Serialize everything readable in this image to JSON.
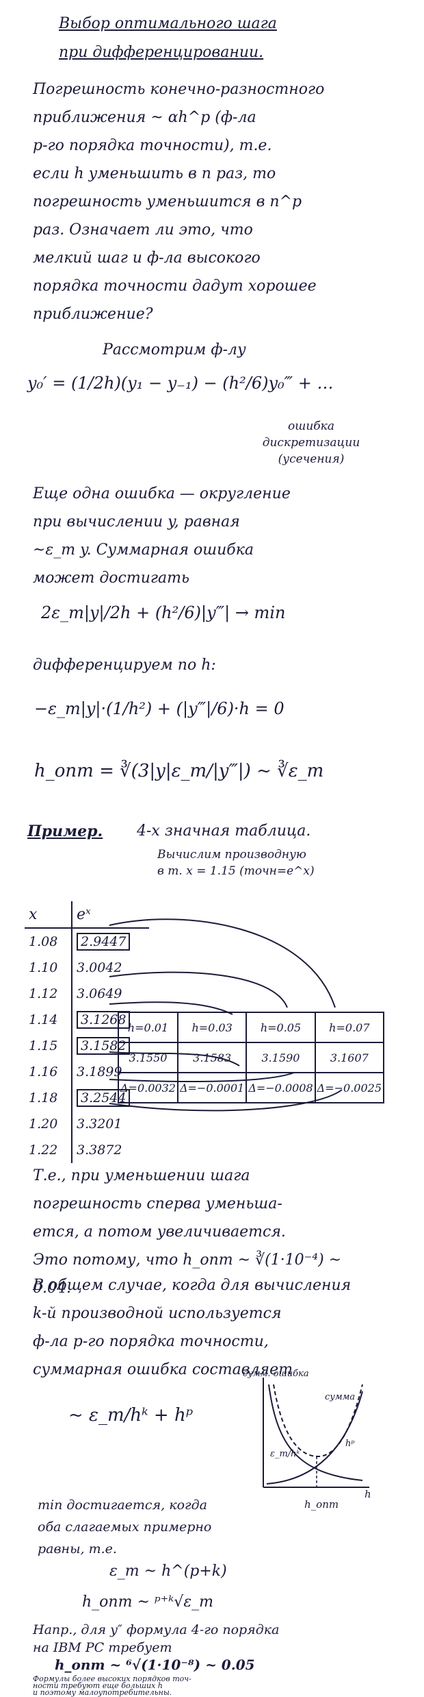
{
  "title": [
    "Выбор оптимального шага",
    "при дифференцировании."
  ],
  "para1": [
    "Погрешность конечно-разностного",
    "приближения ~ αh^p  (ф-ла",
    "p-го порядка точности), т.е.",
    "если h уменьшить в n раз, то",
    "погрешность уменьшится в n^p",
    "раз. Означает ли это, что",
    "мелкий шаг и ф-ла высокого",
    "порядка точности дадут хорошее",
    "приближение?"
  ],
  "consider": "Рассмотрим ф-лу",
  "formula1": "y₀′ = (1/2h)(y₁ − y₋₁) − (h²/6)y₀‴ + …",
  "disc_error": [
    "ошибка",
    "дискретизации",
    "(усечения)"
  ],
  "para2": [
    "Еще одна ошибка — округление",
    "при вычислении y, равная",
    "~ε_m y. Суммарная ошибка",
    "может достигать"
  ],
  "formula2": "2ε_m|y|/2h + (h²/6)|y‴| → min",
  "diff_h": "дифференцируем по h:",
  "formula3": "−ε_m|y|·(1/h²) + (|y‴|/6)·h = 0",
  "formula4": "h_опт = ∛(3|y|ε_m/|y‴|) ~ ∛ε_m",
  "example_label": "Пример.",
  "example_desc": "4-х значная таблица.",
  "example_note": [
    "Вычислим производную",
    "в т. x = 1.15 (точн=e^x)"
  ],
  "table_head": [
    "x",
    "eˣ"
  ],
  "table_rows": [
    [
      "1.08",
      "2.9447"
    ],
    [
      "1.10",
      "3.0042"
    ],
    [
      "1.12",
      "3.0649"
    ],
    [
      "1.14",
      "3.1268"
    ],
    [
      "1.15",
      "3.1582"
    ],
    [
      "1.16",
      "3.1899"
    ],
    [
      "1.18",
      "3.2544"
    ],
    [
      "1.20",
      "3.3201"
    ],
    [
      "1.22",
      "3.3872"
    ]
  ],
  "results": {
    "h": [
      "h=0.01",
      "h=0.03",
      "h=0.05",
      "h=0.07"
    ],
    "value": [
      "3.1550",
      "3.1583",
      "3.1590",
      "3.1607"
    ],
    "delta": [
      "Δ=0.0032",
      "Δ=−0.0001",
      "Δ=−0.0008",
      "Δ=−0.0025"
    ]
  },
  "para3": [
    "Т.е., при уменьшении шага",
    "погрешность сперва уменьша-",
    "ется, а потом увеличивается.",
    "Это потому, что h_опт ~ ∛(1·10⁻⁴) ~ 0.04."
  ],
  "para4": [
    "В общем случае, когда для вычисления",
    "k-й производной используется",
    "ф-ла p-го порядка точности,",
    "суммарная ошибка составляет"
  ],
  "formula5": "~ ε_m/hᵏ + hᵖ",
  "graph_labels": {
    "sum_error": "сумм. ошибка",
    "sum": "сумма",
    "em": "ε_m/hᵏ",
    "hp": "hᵖ",
    "h": "h",
    "hopt": "h_опт"
  },
  "para5": [
    "min достигается, когда",
    "оба слагаемых примерно",
    "равны, т.е."
  ],
  "formula6": "ε_m ~ h^(p+k)",
  "formula7": "h_опт ~ ᵖ⁺ᵏ√ε_m",
  "para6": [
    "Напр., для y″ формула 4-го порядка",
    "на IBM PC требует"
  ],
  "formula8": "h_опт ~ ⁶√(1·10⁻⁸) ~ 0.05",
  "para7": [
    "Формулы более высоких порядков точ-",
    "ности требуют еще больших h",
    "и поэтому малоупотребительны."
  ]
}
